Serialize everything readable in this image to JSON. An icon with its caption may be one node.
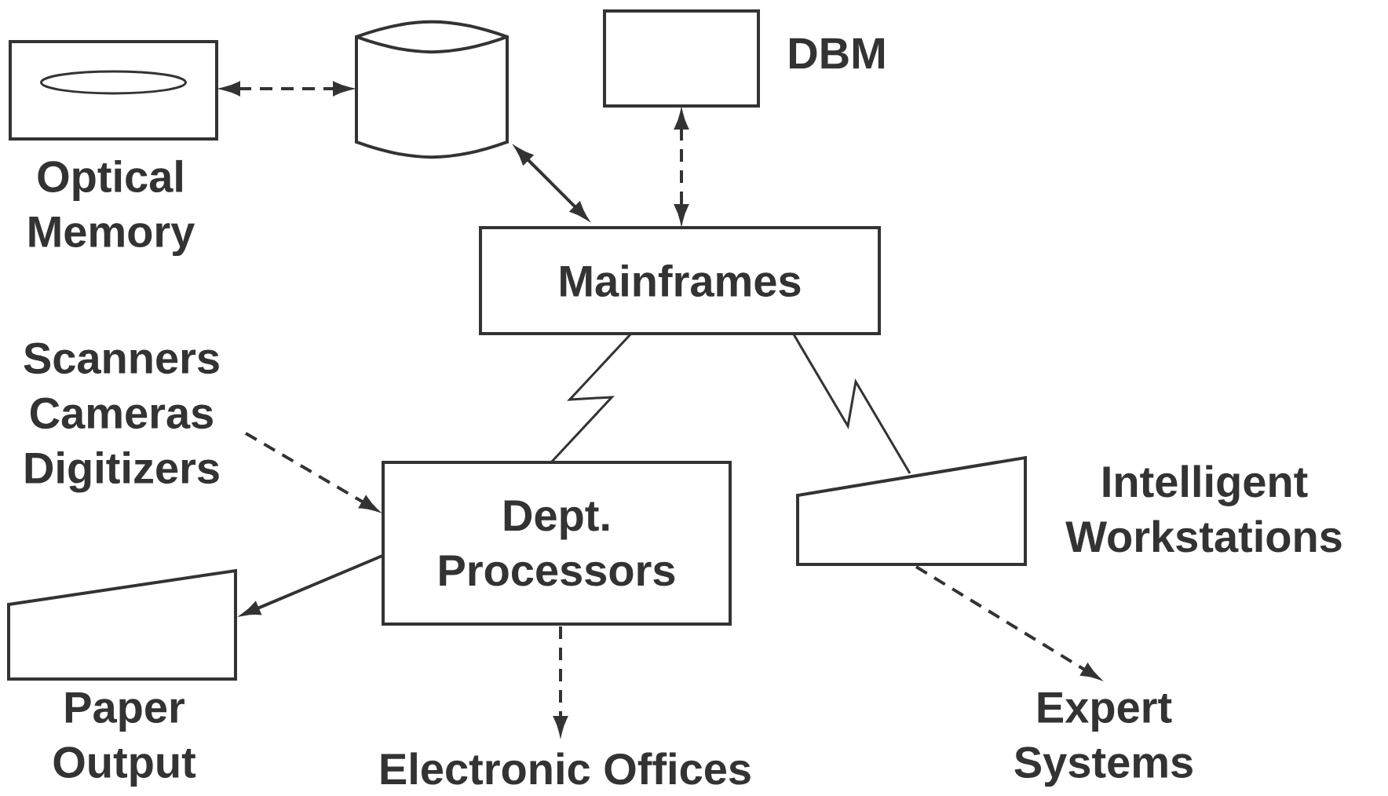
{
  "diagram": {
    "nodes": [
      {
        "text": [
          "Optical Memory"
        ]
      },
      {
        "text": [],
        "shape": "cylinder"
      },
      {
        "text": [
          "DBM"
        ]
      },
      {
        "text": [
          "Mainframes"
        ]
      },
      {
        "text": [
          "Scanners Cameras Digitizers"
        ]
      },
      {
        "text": [
          "Dept. Processors"
        ]
      },
      {
        "text": [
          "Intelligent Workstations"
        ]
      },
      {
        "text": [
          "Paper Output"
        ]
      },
      {
        "text": [
          "Electronic  Offices"
        ]
      },
      {
        "text": [
          "Expert Systems"
        ]
      }
    ],
    "edges": [
      {
        "from": 0,
        "to": 1,
        "arrow": "both",
        "style": "dashed"
      },
      {
        "from": 1,
        "to": 3,
        "arrow": "both"
      },
      {
        "from": 2,
        "to": 3,
        "arrow": "both",
        "style": "dashed"
      },
      {
        "from": 3,
        "to": 5,
        "arrow": "none"
      },
      {
        "from": 3,
        "to": 6,
        "arrow": "none"
      },
      {
        "from": 4,
        "to": 5,
        "arrow": "to",
        "style": "dashed"
      },
      {
        "from": 5,
        "to": 7,
        "arrow": "to"
      },
      {
        "from": 5,
        "to": 8,
        "arrow": "to",
        "style": "dashed"
      },
      {
        "from": 6,
        "to": 9,
        "arrow": "to",
        "style": "dashed"
      }
    ]
  }
}
